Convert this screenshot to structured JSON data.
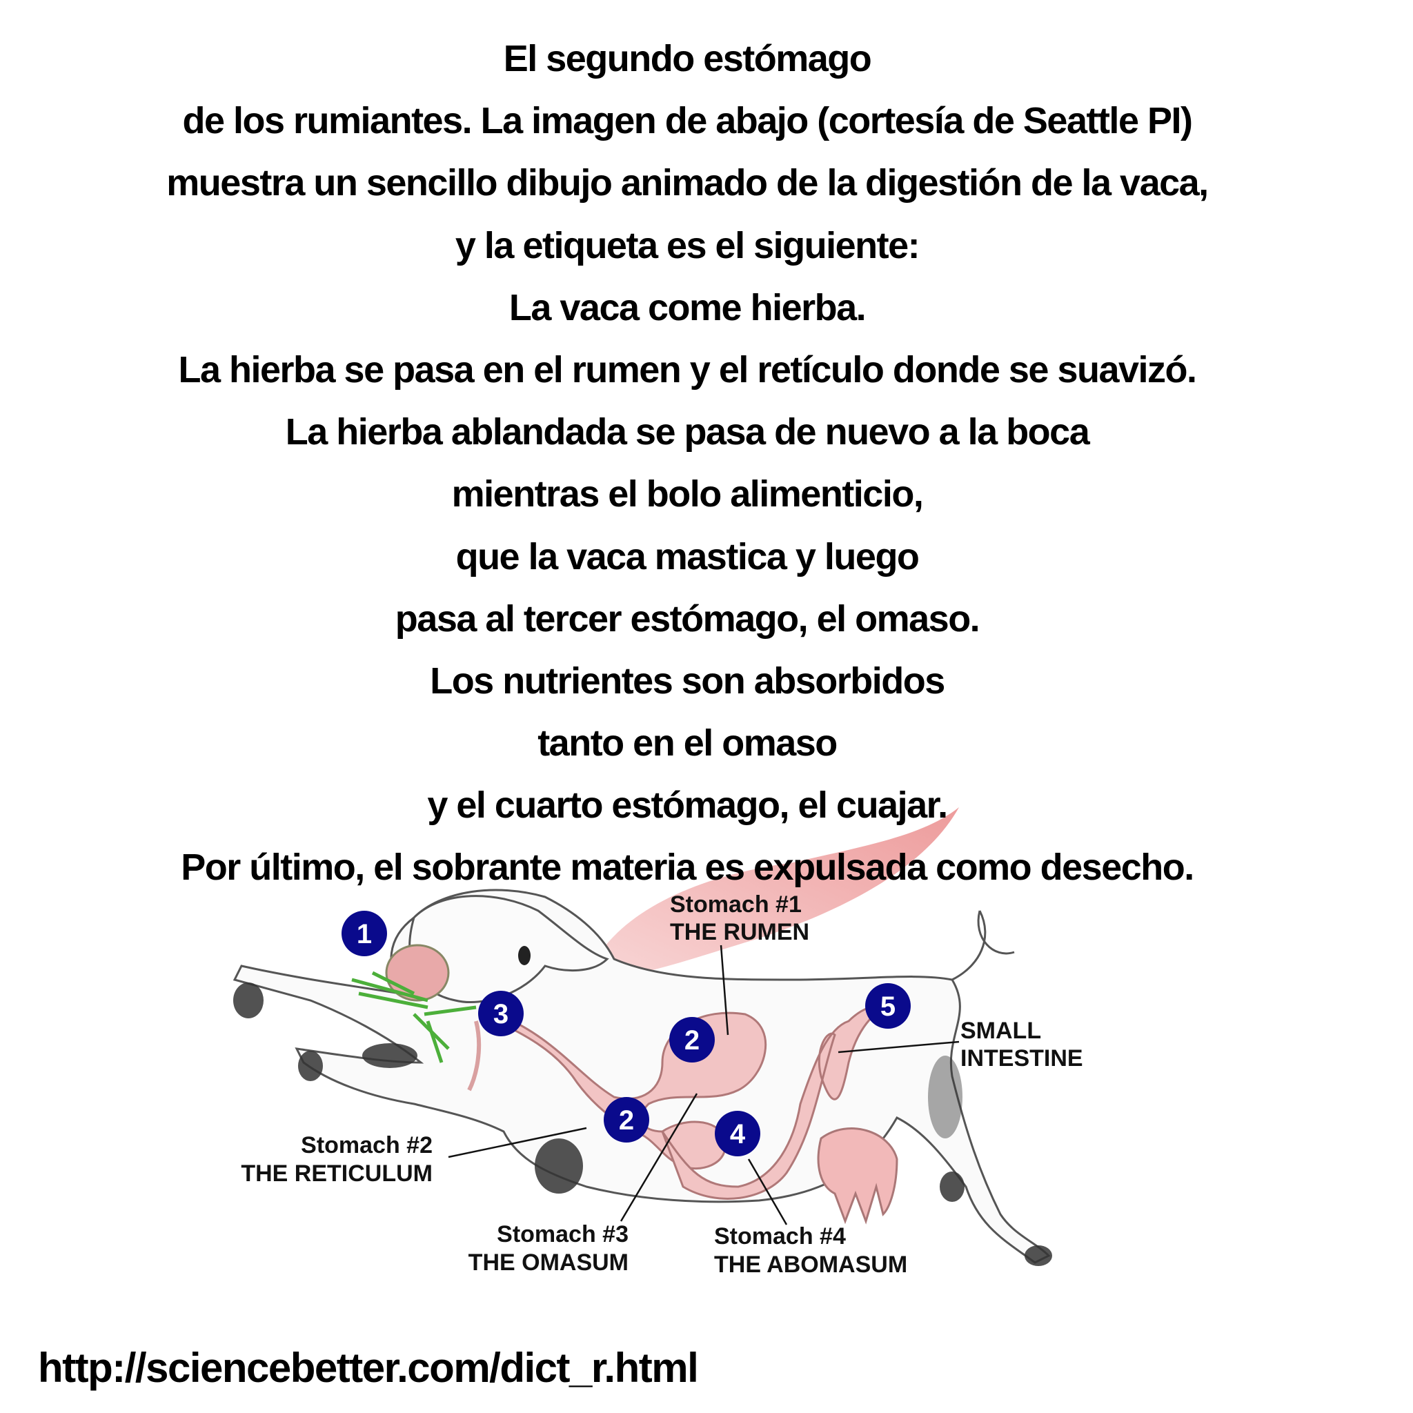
{
  "caption": {
    "lines": [
      "El segundo estómago",
      "de los rumiantes. La imagen de abajo (cortesía de Seattle PI)",
      "muestra un sencillo dibujo animado de la digestión de la vaca,",
      "y la etiqueta es el siguiente:",
      "La vaca come hierba.",
      "La hierba se pasa en el rumen y el retículo donde se suavizó.",
      "La hierba ablandada se pasa de nuevo a la boca",
      "mientras el bolo alimenticio,",
      "que la vaca mastica y luego",
      "pasa al tercer estómago, el omaso.",
      "Los nutrientes son absorbidos",
      "tanto en el omaso",
      "y el cuarto estómago, el cuajar.",
      "Por último, el sobrante materia es expulsada como desecho."
    ]
  },
  "diagram": {
    "labels": {
      "rumen": [
        "Stomach #1",
        "THE RUMEN"
      ],
      "reticulum": [
        "Stomach #2",
        "THE RETICULUM"
      ],
      "omasum": [
        "Stomach #3",
        "THE OMASUM"
      ],
      "abomasum": [
        "Stomach #4",
        "THE ABOMASUM"
      ],
      "intestine": [
        "SMALL",
        "INTESTINE"
      ]
    },
    "badges": [
      "1",
      "3",
      "2",
      "2",
      "4",
      "5"
    ],
    "colors": {
      "badge": "#0a0a8c",
      "organ": "#f2c4c4",
      "organ_stroke": "#b07878",
      "grass": "#4caf3a"
    }
  },
  "footer": {
    "url": "http://sciencebetter.com/dict_r.html"
  }
}
